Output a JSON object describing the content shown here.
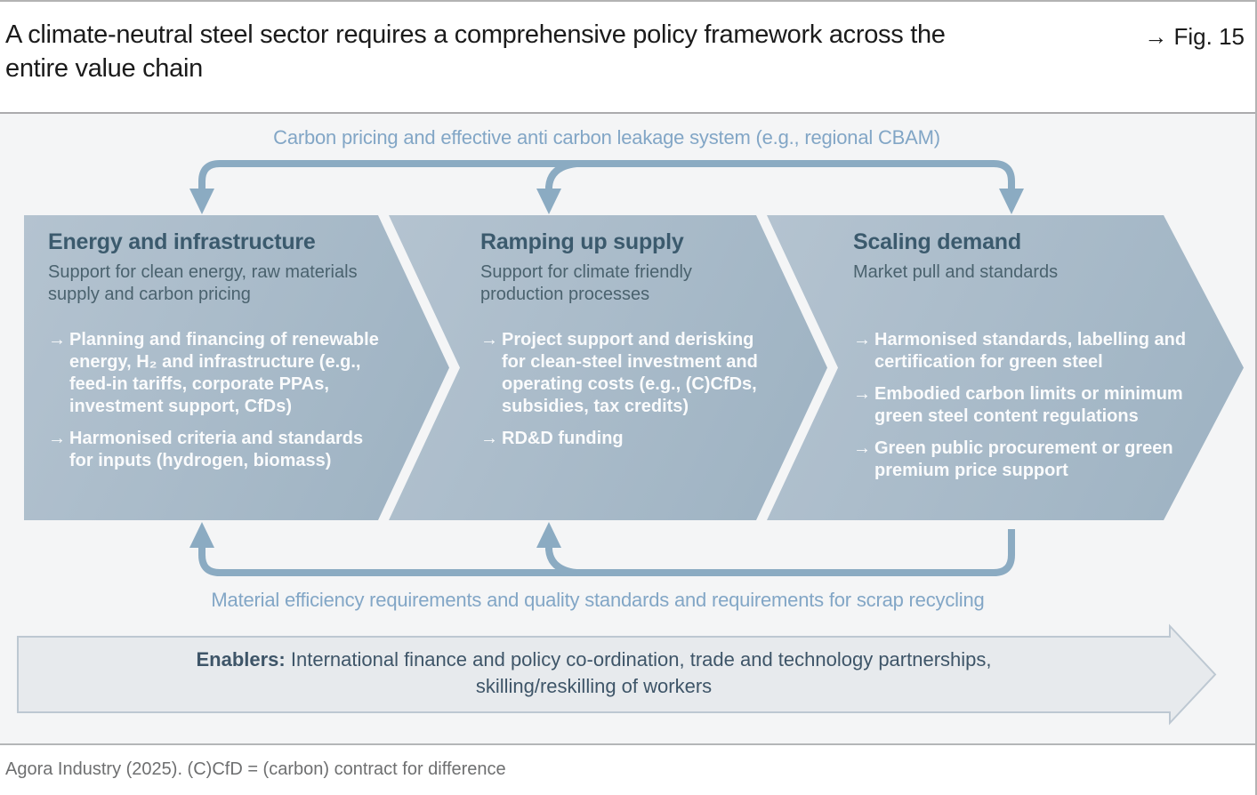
{
  "header": {
    "title": "A climate-neutral steel sector requires a comprehensive policy framework across the entire value chain",
    "fig_label": "→ Fig. 15"
  },
  "diagram": {
    "top_flow_label": "Carbon pricing and effective anti carbon leakage system (e.g., regional CBAM)",
    "bottom_flow_label": "Material efficiency requirements and quality standards and requirements for scrap recycling",
    "stages": [
      {
        "title": "Energy and infrastructure",
        "subtitle": "Support for clean energy, raw materials supply and carbon pricing",
        "bullets": [
          "Planning and financing of renewable energy, H₂ and infrastructure (e.g., feed-in tariffs, corporate PPAs, investment support, CfDs)",
          "Harmonised criteria and standards for inputs (hydrogen, biomass)"
        ]
      },
      {
        "title": "Ramping up supply",
        "subtitle": "Support for climate friendly production processes",
        "bullets": [
          "Project support and derisking for clean-steel investment and operating costs (e.g., (C)CfDs, subsidies, tax credits)",
          "RD&D funding"
        ]
      },
      {
        "title": "Scaling demand",
        "subtitle": "Market pull and standards",
        "bullets": [
          "Harmonised standards, labelling and certification for green steel",
          "Embodied carbon limits or minimum green steel content regulations",
          "Green public procurement or green premium price support"
        ]
      }
    ],
    "enablers": {
      "label": "Enablers:",
      "text": "International finance and policy co-ordination, trade and technology partnerships, skilling/reskilling of workers"
    }
  },
  "glyphs": {
    "arrow": "→"
  },
  "colors": {
    "flow_label_text": "#82A6C6",
    "bracket_arrow": "#8BABC2",
    "stage_fill_light": "#B4C3D0",
    "stage_fill_dark": "#9DB2C2",
    "stage_title": "#3B5A6D",
    "stage_subtitle": "#4A626E",
    "stage_bullet_text": "#FAFBFC",
    "banner_fill": "#E7EAED",
    "banner_border": "#BDC8D2",
    "banner_text": "#3E5568",
    "diagram_background": "#F4F5F6",
    "footer_text": "#6E6F70"
  },
  "footer": {
    "source": "Agora Industry (2025). (C)CfD = (carbon) contract for difference"
  }
}
